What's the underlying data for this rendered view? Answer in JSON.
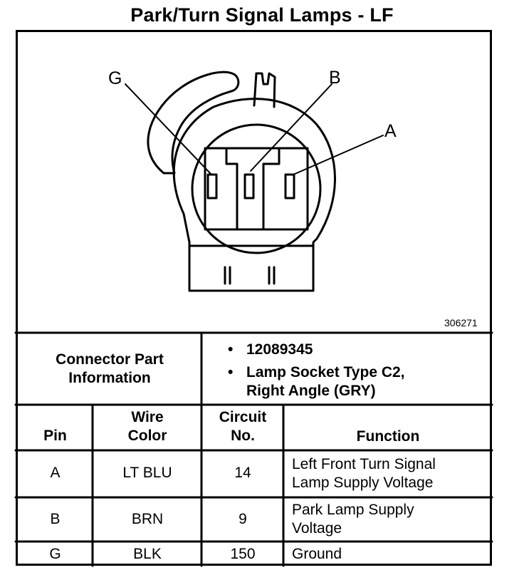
{
  "title": "Park/Turn Signal Lamps - LF",
  "figure_number": "306271",
  "pin_labels": {
    "g": "G",
    "b": "B",
    "a": "A"
  },
  "connector_info": {
    "label_line1": "Connector Part",
    "label_line2": "Information",
    "part_number": "12089345",
    "description_line1": "Lamp Socket Type C2,",
    "description_line2": "Right Angle (GRY)"
  },
  "table": {
    "headers": {
      "pin": "Pin",
      "wire_color_line1": "Wire",
      "wire_color_line2": "Color",
      "circuit_line1": "Circuit",
      "circuit_line2": "No.",
      "function": "Function"
    },
    "rows": [
      {
        "pin": "A",
        "wire_color": "LT BLU",
        "circuit": "14",
        "function_line1": "Left Front Turn Signal",
        "function_line2": "Lamp Supply Voltage"
      },
      {
        "pin": "B",
        "wire_color": "BRN",
        "circuit": "9",
        "function_line1": "Park Lamp Supply",
        "function_line2": "Voltage"
      },
      {
        "pin": "G",
        "wire_color": "BLK",
        "circuit": "150",
        "function_line1": "Ground",
        "function_line2": ""
      }
    ]
  }
}
